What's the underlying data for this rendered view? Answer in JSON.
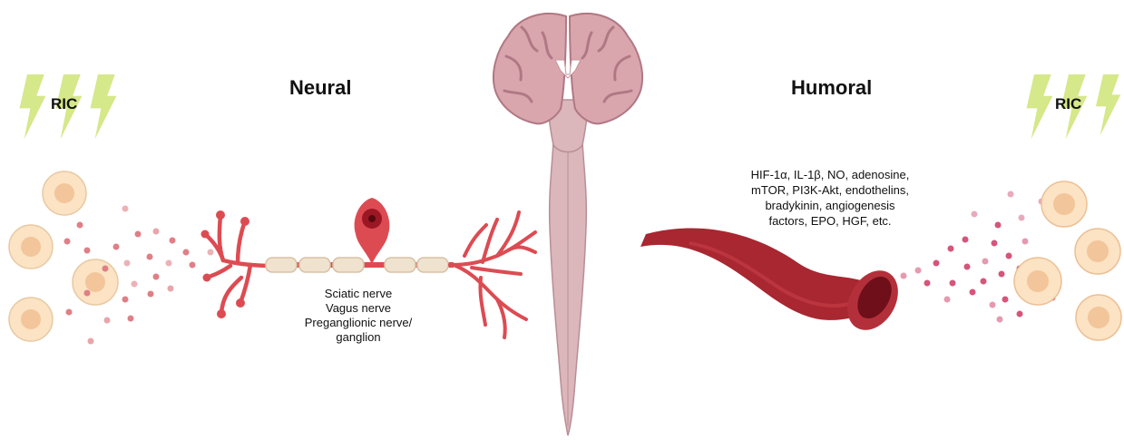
{
  "left": {
    "heading": "Neural",
    "stimulus": "RIC",
    "nerves": [
      "Sciatic nerve",
      "Vagus nerve",
      "Preganglionic nerve/",
      "ganglion"
    ]
  },
  "right": {
    "heading": "Humoral",
    "stimulus": "RIC",
    "factors": [
      "HIF-1α, IL-1β, NO, adenosine,",
      "mTOR, PI3K-Akt, endothelins,",
      "bradykinin, angiogenesis",
      "factors, EPO, HGF, etc."
    ]
  },
  "colors": {
    "lightning": "#d5e88a",
    "cell_fill": "#fbe3c4",
    "cell_nucleus": "#f3c59a",
    "left_dot": "#e07f86",
    "right_dot": "#d6557a",
    "neuron": "#dd4b52",
    "myelin": "#efe3cf",
    "brain": "#d9a6ad",
    "brain_outline": "#b07884",
    "spinal_cord": "#dbb6bb",
    "vessel": "#a82730",
    "vessel_lumen": "#6e0f1a"
  },
  "icons": [
    "lightning-bolt-icon",
    "cell-icon",
    "neuron-icon",
    "brain-icon",
    "spinal-cord-icon",
    "blood-vessel-icon"
  ]
}
